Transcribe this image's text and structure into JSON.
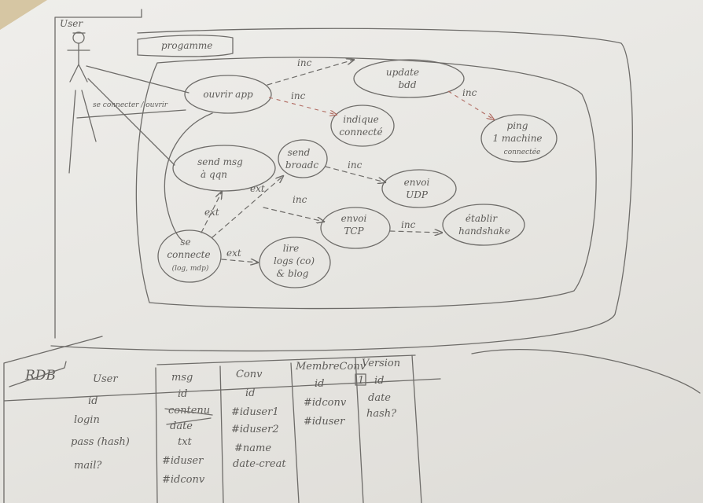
{
  "actor": {
    "label": "User"
  },
  "system": {
    "label": "progamme"
  },
  "use_cases": {
    "ouvrir_app": "ouvrir app",
    "update_bdd": [
      "update",
      "bdd"
    ],
    "indique_connecte": [
      "indique",
      "connecté"
    ],
    "ping_machine": [
      "ping",
      "1 machine",
      "connectée"
    ],
    "send_msg": [
      "send msg",
      "à qqn"
    ],
    "send_broadcast": [
      "send",
      "broadc"
    ],
    "envoi_udp": [
      "envoi",
      "UDP"
    ],
    "etablir_handshake": [
      "établir",
      "handshake"
    ],
    "envoi_tcp": [
      "envoi",
      "TCP"
    ],
    "se_connecter": [
      "se",
      "connecte",
      "(log, mdp)"
    ],
    "lire_logs": [
      "lire",
      "logs (co)",
      "& blog"
    ]
  },
  "relations": {
    "inc": "inc",
    "ext": "ext",
    "actor_link": "se connecter / ouvrir"
  },
  "rdb": {
    "title": "RDB",
    "tables": [
      {
        "name": "User",
        "fields": [
          "id",
          "login",
          "pass (hash)",
          "mail?"
        ]
      },
      {
        "name": "msg",
        "fields": [
          "id",
          "contenu",
          "date",
          "txt",
          "#iduser",
          "#idconv"
        ]
      },
      {
        "name": "Conv",
        "fields": [
          "id",
          "#iduser1",
          "#iduser2",
          "#name",
          "date-creat"
        ]
      },
      {
        "name": "MembreConv",
        "fields": [
          "id",
          "#idconv",
          "#iduser"
        ]
      },
      {
        "name": "Version",
        "fields": [
          "1",
          "id",
          "date",
          "hash?"
        ]
      }
    ]
  }
}
